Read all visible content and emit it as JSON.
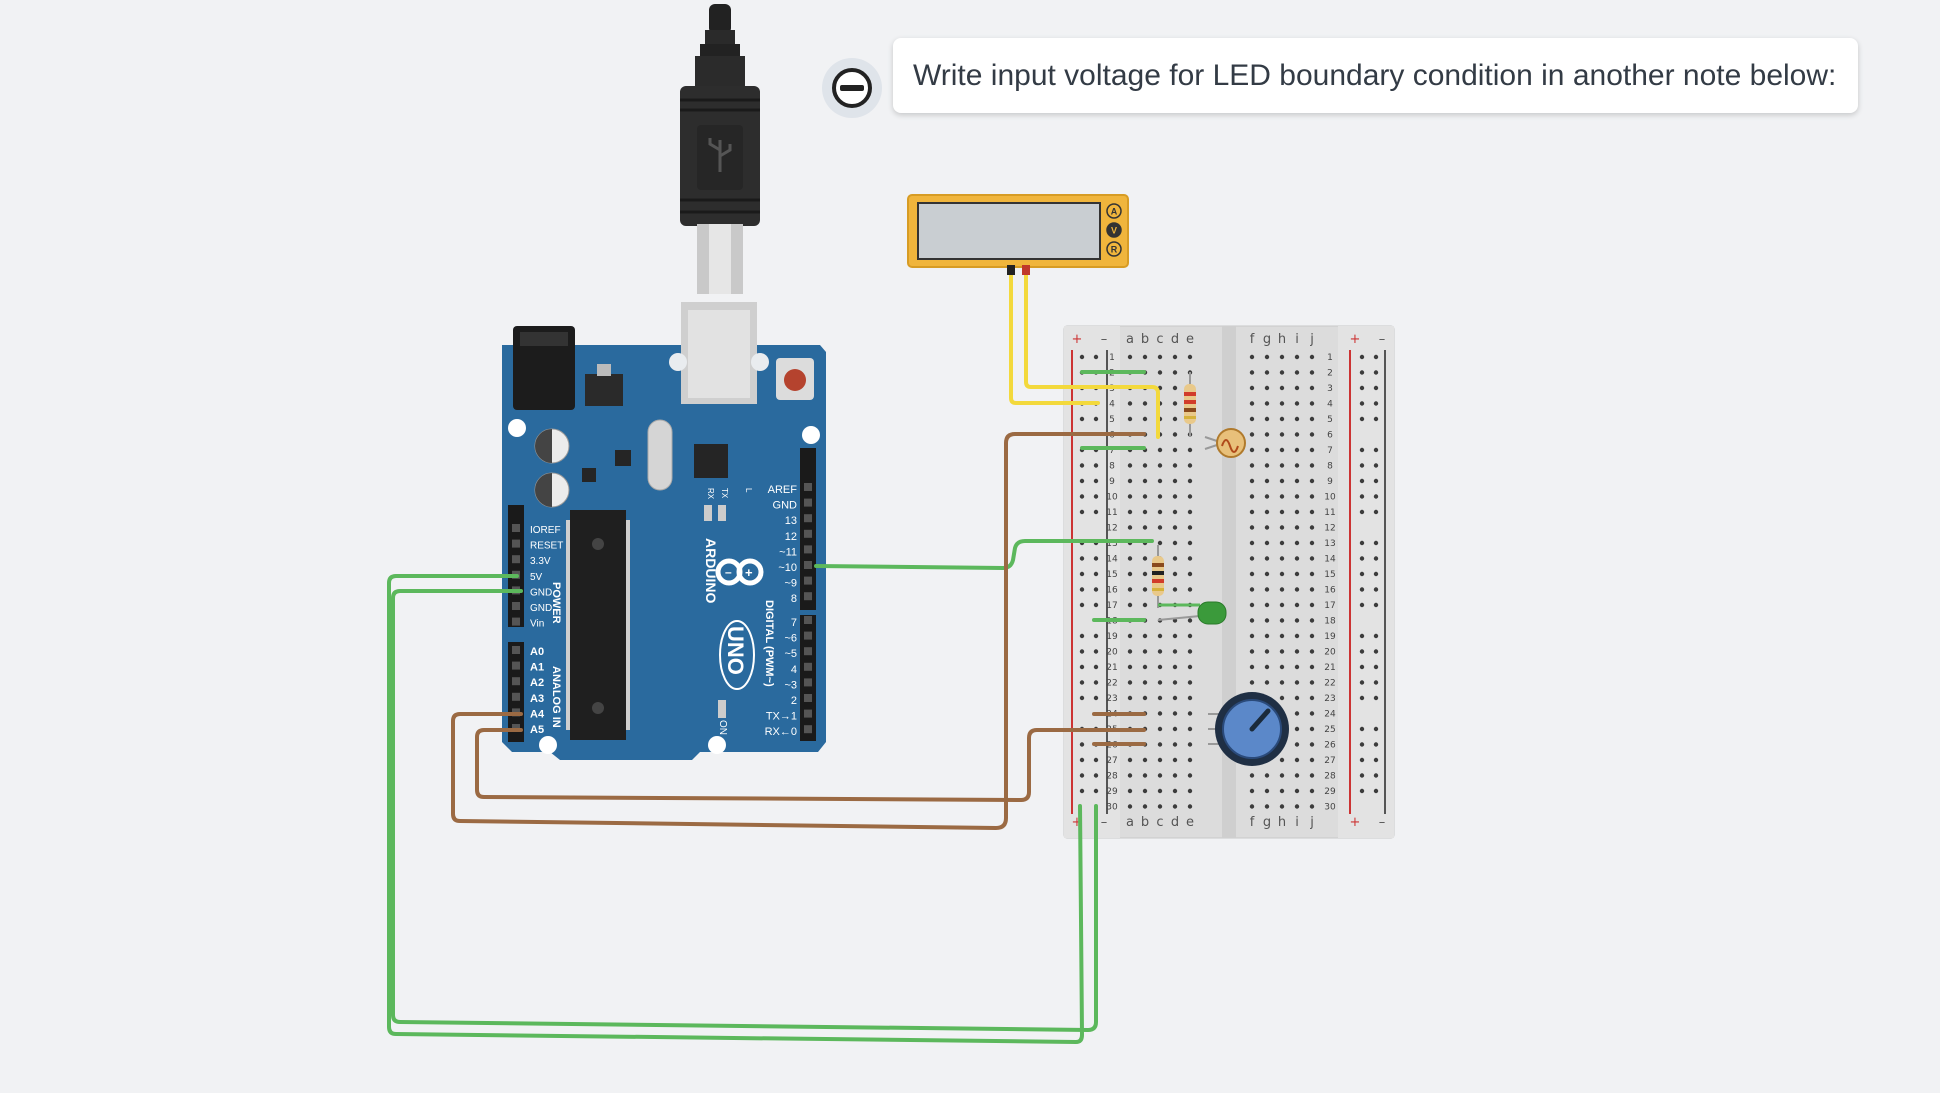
{
  "note": {
    "text": "Write input voltage for LED boundary condition in another note below:"
  },
  "arduino": {
    "brand": "ARDUINO",
    "model": "UNO",
    "on_label": "ON",
    "power_label": "POWER",
    "analog_label": "ANALOG IN",
    "digital_label": "DIGITAL (PWM~)",
    "power_pins": [
      "IOREF",
      "RESET",
      "3.3V",
      "5V",
      "GND",
      "GND",
      "Vin"
    ],
    "analog_pins": [
      "A0",
      "A1",
      "A2",
      "A3",
      "A4",
      "A5"
    ],
    "digital_pins_top": [
      "AREF",
      "GND",
      "13",
      "12",
      "~11",
      "~10",
      "~9",
      "8"
    ],
    "digital_pins_bottom": [
      "7",
      "~6",
      "~5",
      "4",
      "~3",
      "2",
      "TX→1",
      "RX←0"
    ],
    "led_labels": [
      "RX",
      "TX",
      "L"
    ]
  },
  "multimeter": {
    "modes": [
      "A",
      "V",
      "R"
    ]
  },
  "breadboard": {
    "columns_left": [
      "a",
      "b",
      "c",
      "d",
      "e"
    ],
    "columns_right": [
      "f",
      "g",
      "h",
      "i",
      "j"
    ],
    "rows": 30,
    "rail_plus": "+",
    "rail_minus": "–"
  },
  "colors": {
    "background": "#f1f2f4",
    "wire_green": "#5cb85c",
    "wire_brown": "#9b6a43",
    "wire_yellow": "#f3d93c",
    "arduino_blue": "#2a6a9e",
    "multimeter_body": "#f0b53c"
  }
}
